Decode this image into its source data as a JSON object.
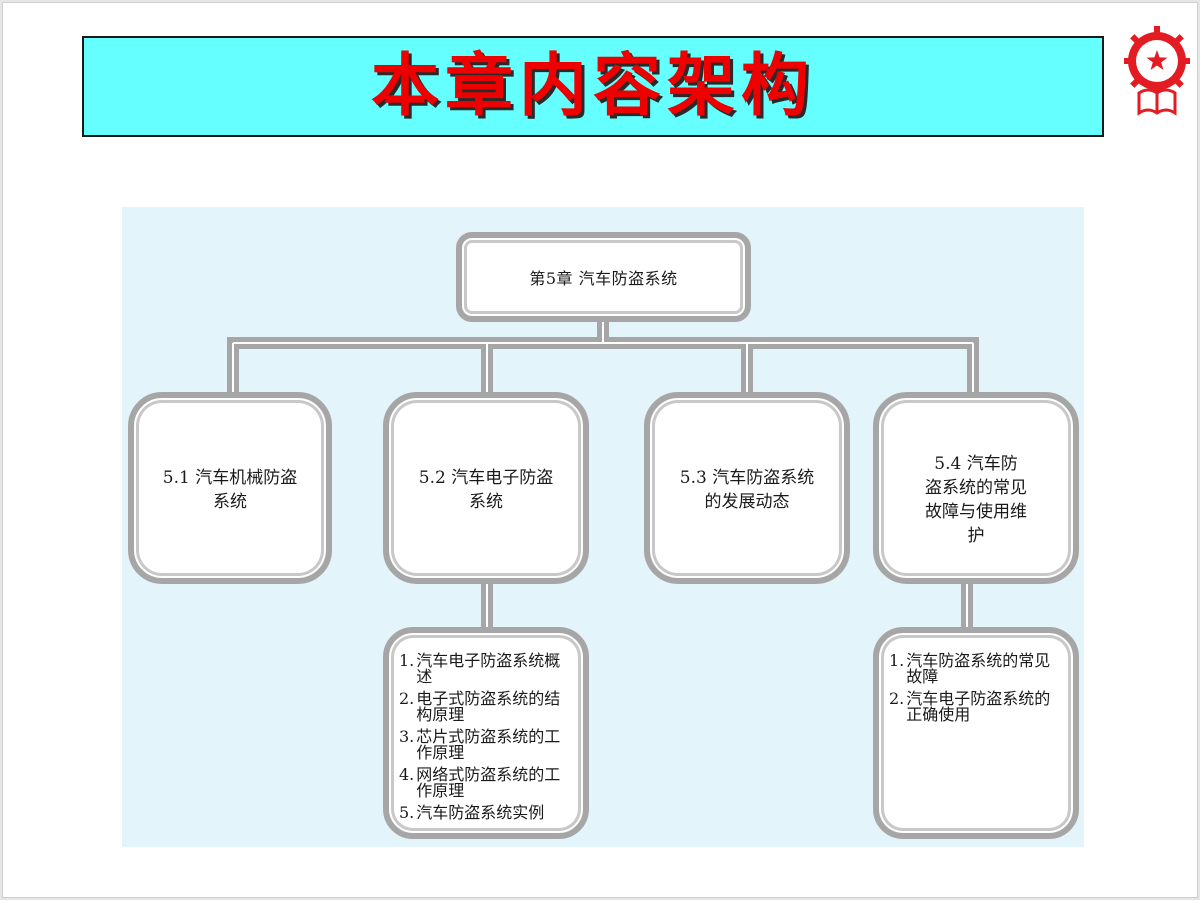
{
  "slide": {
    "title": "本章内容架构"
  },
  "colors": {
    "title_background": "#66ffff",
    "title_text": "#ee0000",
    "diagram_background": "#e3f4fb",
    "box_border": "#a6a6a6",
    "logo_red": "#e31b23"
  },
  "logo": {
    "icon": "gear-star-book-emblem"
  },
  "diagram": {
    "root": "第5章  汽车防盗系统",
    "sections": [
      {
        "label": "5.1  汽车机械防盗\n系统"
      },
      {
        "label": "5.2  汽车电子防盗\n系统"
      },
      {
        "label": "5.3 汽车防盗系统\n的发展动态"
      },
      {
        "label": "5.4  汽车防\n盗系统的常见\n故障与使用维\n护"
      }
    ],
    "details": [
      {
        "parent": "5.2",
        "items": [
          {
            "num": "1.",
            "text": "汽车电子防盗系统概述"
          },
          {
            "num": "2.",
            "text": "电子式防盗系统的结构原理"
          },
          {
            "num": "3.",
            "text": "芯片式防盗系统的工作原理"
          },
          {
            "num": "4.",
            "text": "网络式防盗系统的工作原理"
          },
          {
            "num": "5.",
            "text": "汽车防盗系统实例"
          }
        ]
      },
      {
        "parent": "5.4",
        "items": [
          {
            "num": "1.",
            "text": "汽车防盗系统的常见故障"
          },
          {
            "num": "2.",
            "text": "汽车电子防盗系统的正确使用"
          }
        ]
      }
    ]
  }
}
